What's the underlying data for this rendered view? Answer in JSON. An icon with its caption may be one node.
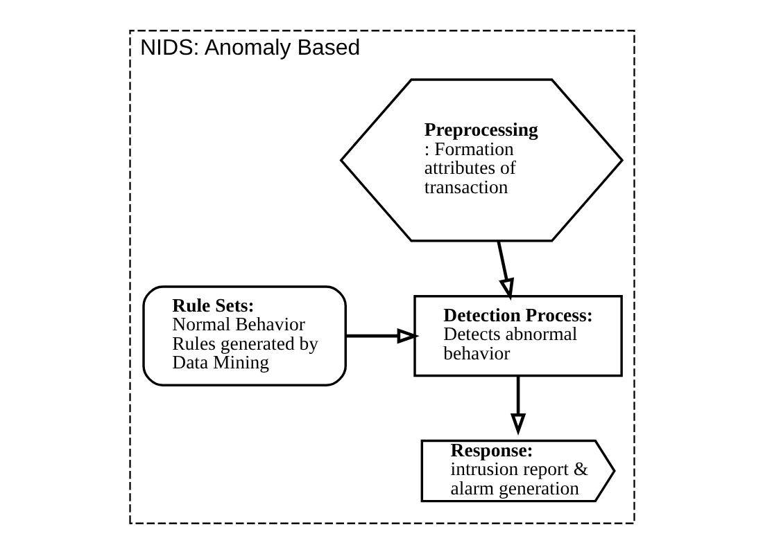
{
  "diagram": {
    "nodes": [
      {
        "text": [
          "NIDS: Anomaly Based"
        ]
      },
      {
        "text": [
          "Preprocessing",
          ": Formation attributes of transaction"
        ],
        "in": 0
      },
      {
        "text": [
          "Detection Process:",
          "Detects abnormal behavior"
        ],
        "in": 0
      },
      {
        "text": [
          "Rule Sets:",
          "Normal Behavior Rules generated by Data Mining"
        ],
        "in": 0
      },
      {
        "text": [
          "Response:",
          "intrusion report & alarm generation"
        ],
        "in": 0
      }
    ],
    "edges": [
      {
        "from": 1,
        "to": 2,
        "arrow": "to"
      },
      {
        "from": 3,
        "to": 2,
        "arrow": "to"
      },
      {
        "from": 2,
        "to": 4,
        "arrow": "to"
      }
    ]
  }
}
